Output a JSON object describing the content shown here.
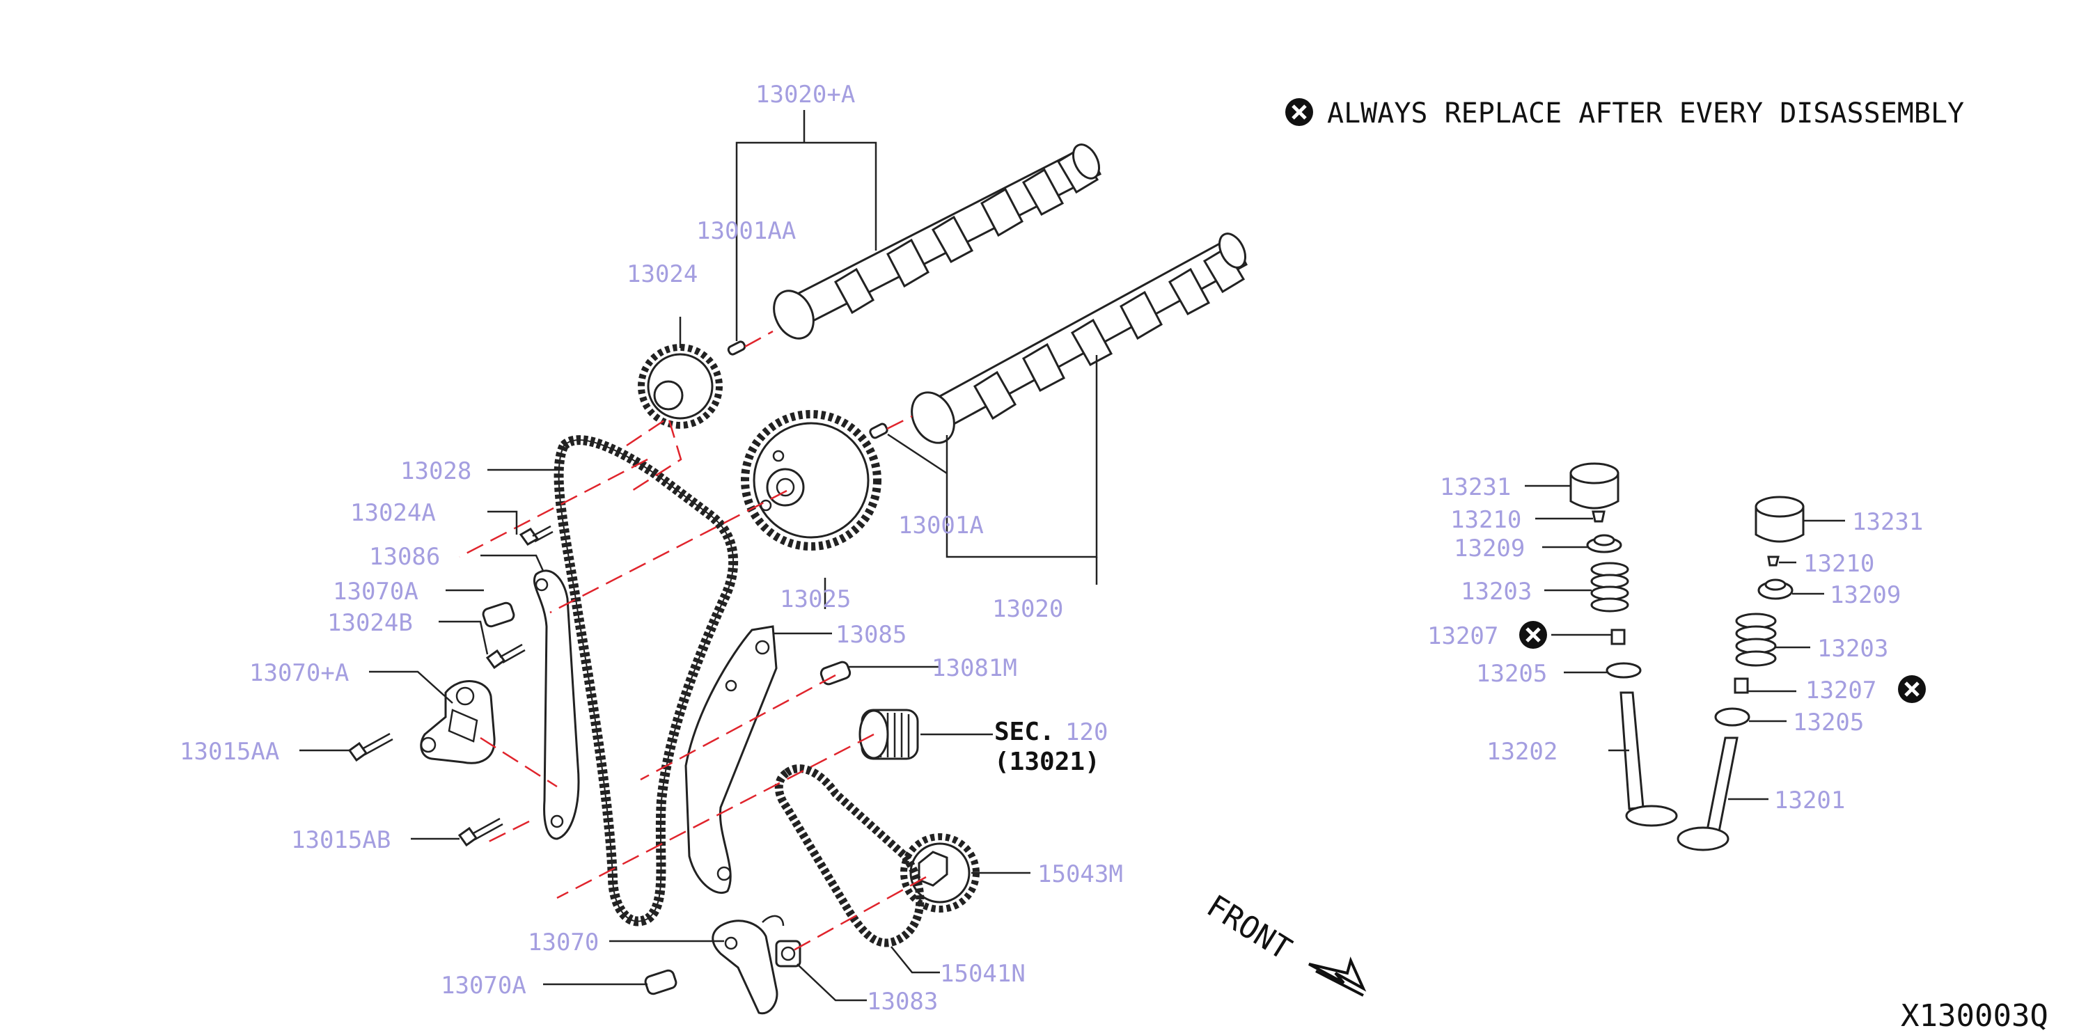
{
  "note": {
    "text": "ALWAYS REPLACE AFTER EVERY DISASSEMBLY",
    "icon": "replace-x-icon"
  },
  "diagram_code": "X130003Q",
  "front_label": "FRONT",
  "sec": {
    "prefix": "SEC.",
    "number": "120",
    "ref": "(13021)"
  },
  "labels": {
    "p13020A": "13020+A",
    "p13001AA": "13001AA",
    "p13024": "13024",
    "p13028": "13028",
    "p13024A": "13024A",
    "p13086": "13086",
    "p13070A_top": "13070A",
    "p13024B": "13024B",
    "p13070pA": "13070+A",
    "p13015AA": "13015AA",
    "p13015AB": "13015AB",
    "p13070": "13070",
    "p13070A_bot": "13070A",
    "p13083": "13083",
    "p15041N": "15041N",
    "p15043M": "15043M",
    "p13081M": "13081M",
    "p13085": "13085",
    "p13025": "13025",
    "p13001A": "13001A",
    "p13020": "13020",
    "l13231": "13231",
    "l13210": "13210",
    "l13209": "13209",
    "l13203": "13203",
    "l13207": "13207",
    "l13205": "13205",
    "l13202": "13202",
    "r13231": "13231",
    "r13210": "13210",
    "r13209": "13209",
    "r13203": "13203",
    "r13207": "13207",
    "r13205": "13205",
    "r13201": "13201"
  },
  "colors": {
    "label": "#a49ee0",
    "leader": "#222222",
    "dashed": "#e0242c"
  }
}
